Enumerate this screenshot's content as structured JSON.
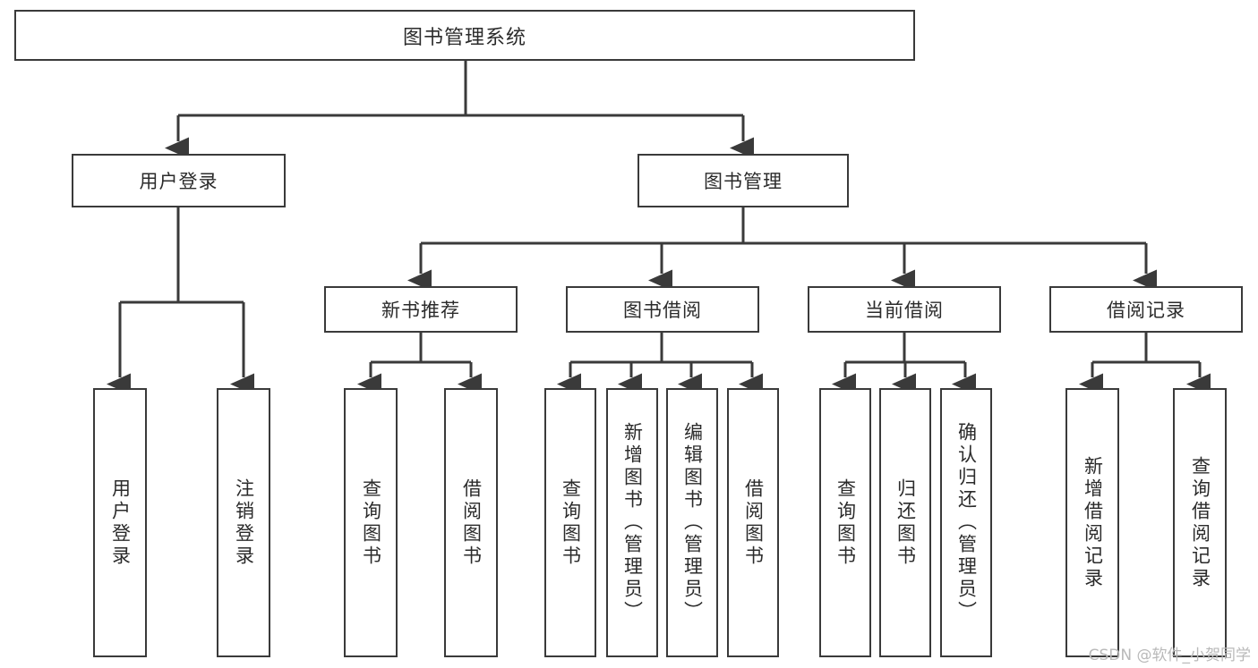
{
  "diagram": {
    "title": "图书管理系统",
    "type": "tree",
    "watermark": "CSDN @软件_小贺同学",
    "colors": {
      "background": "#ffffff",
      "stroke": "#3a3a3a",
      "text": "#2b2b2b",
      "watermark": "#b9b9b9"
    },
    "nodes": {
      "root": {
        "label": "图书管理系统",
        "level": 1,
        "orientation": "horizontal"
      },
      "user_login": {
        "label": "用户登录",
        "level": 2,
        "orientation": "horizontal"
      },
      "book_manage": {
        "label": "图书管理",
        "level": 2,
        "orientation": "horizontal"
      },
      "new_book_rec": {
        "label": "新书推荐",
        "level": 3,
        "orientation": "horizontal"
      },
      "book_borrow": {
        "label": "图书借阅",
        "level": 3,
        "orientation": "horizontal"
      },
      "current_borrow": {
        "label": "当前借阅",
        "level": 3,
        "orientation": "horizontal"
      },
      "borrow_record": {
        "label": "借阅记录",
        "level": 3,
        "orientation": "horizontal"
      },
      "leaf_user_login": {
        "label": "用户登录",
        "level": 4,
        "orientation": "vertical"
      },
      "leaf_logout": {
        "label": "注销登录",
        "level": 4,
        "orientation": "vertical"
      },
      "leaf_query_book_1": {
        "label": "查询图书",
        "level": 4,
        "orientation": "vertical"
      },
      "leaf_borrow_book_1": {
        "label": "借阅图书",
        "level": 4,
        "orientation": "vertical"
      },
      "leaf_query_book_2": {
        "label": "查询图书",
        "level": 4,
        "orientation": "vertical"
      },
      "leaf_add_book": {
        "label": "新增图书（管理员）",
        "level": 4,
        "orientation": "vertical"
      },
      "leaf_edit_book": {
        "label": "编辑图书（管理员）",
        "level": 4,
        "orientation": "vertical"
      },
      "leaf_borrow_book_2": {
        "label": "借阅图书",
        "level": 4,
        "orientation": "vertical"
      },
      "leaf_query_book_3": {
        "label": "查询图书",
        "level": 4,
        "orientation": "vertical"
      },
      "leaf_return_book": {
        "label": "归还图书",
        "level": 4,
        "orientation": "vertical"
      },
      "leaf_confirm_return": {
        "label": "确认归还（管理员）",
        "level": 4,
        "orientation": "vertical"
      },
      "leaf_add_record": {
        "label": "新增借阅记录",
        "level": 4,
        "orientation": "vertical"
      },
      "leaf_query_record": {
        "label": "查询借阅记录",
        "level": 4,
        "orientation": "vertical"
      }
    },
    "edges": [
      {
        "from": "root",
        "to": "user_login"
      },
      {
        "from": "root",
        "to": "book_manage"
      },
      {
        "from": "user_login",
        "to": "leaf_user_login"
      },
      {
        "from": "user_login",
        "to": "leaf_logout"
      },
      {
        "from": "book_manage",
        "to": "new_book_rec"
      },
      {
        "from": "book_manage",
        "to": "book_borrow"
      },
      {
        "from": "book_manage",
        "to": "current_borrow"
      },
      {
        "from": "book_manage",
        "to": "borrow_record"
      },
      {
        "from": "new_book_rec",
        "to": "leaf_query_book_1"
      },
      {
        "from": "new_book_rec",
        "to": "leaf_borrow_book_1"
      },
      {
        "from": "book_borrow",
        "to": "leaf_query_book_2"
      },
      {
        "from": "book_borrow",
        "to": "leaf_add_book"
      },
      {
        "from": "book_borrow",
        "to": "leaf_edit_book"
      },
      {
        "from": "book_borrow",
        "to": "leaf_borrow_book_2"
      },
      {
        "from": "current_borrow",
        "to": "leaf_query_book_3"
      },
      {
        "from": "current_borrow",
        "to": "leaf_return_book"
      },
      {
        "from": "current_borrow",
        "to": "leaf_confirm_return"
      },
      {
        "from": "borrow_record",
        "to": "leaf_add_record"
      },
      {
        "from": "borrow_record",
        "to": "leaf_query_record"
      }
    ]
  }
}
